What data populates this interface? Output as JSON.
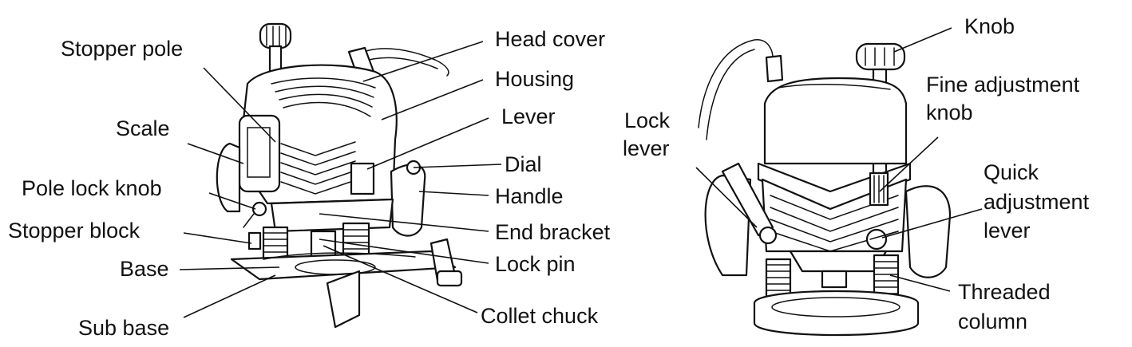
{
  "left_labels": {
    "stopper_pole": "Stopper pole",
    "scale": "Scale",
    "pole_lock_knob": "Pole lock knob",
    "stopper_block": "Stopper block",
    "base": "Base",
    "sub_base": "Sub base",
    "head_cover": "Head cover",
    "housing": "Housing",
    "lever": "Lever",
    "dial": "Dial",
    "handle": "Handle",
    "end_bracket": "End bracket",
    "lock_pin": "Lock pin",
    "collet_chuck": "Collet chuck"
  },
  "right_labels": {
    "knob": "Knob",
    "fine_adjustment_knob_l1": "Fine adjustment",
    "fine_adjustment_knob_l2": "knob",
    "lock_lever_l1": "Lock",
    "lock_lever_l2": "lever",
    "quick_adjustment_lever_l1": "Quick",
    "quick_adjustment_lever_l2": "adjustment",
    "quick_adjustment_lever_l3": "lever",
    "threaded_column_l1": "Threaded",
    "threaded_column_l2": "column"
  }
}
